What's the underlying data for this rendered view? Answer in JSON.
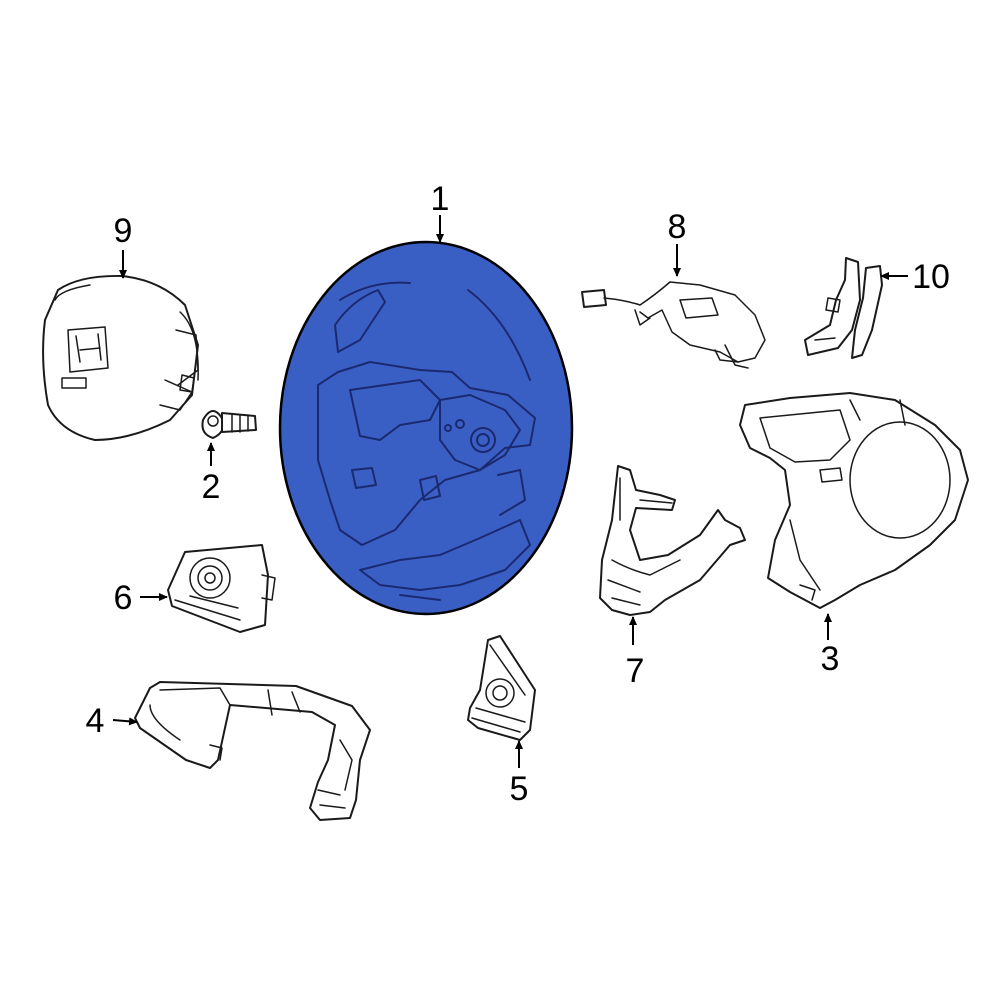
{
  "diagram": {
    "highlight_color": "#3a5fc4",
    "outline_color": "#1a1a1a",
    "callouts": [
      {
        "id": "1",
        "label": "1"
      },
      {
        "id": "2",
        "label": "2"
      },
      {
        "id": "3",
        "label": "3"
      },
      {
        "id": "4",
        "label": "4"
      },
      {
        "id": "5",
        "label": "5"
      },
      {
        "id": "6",
        "label": "6"
      },
      {
        "id": "7",
        "label": "7"
      },
      {
        "id": "8",
        "label": "8"
      },
      {
        "id": "9",
        "label": "9"
      },
      {
        "id": "10",
        "label": "10"
      }
    ]
  }
}
